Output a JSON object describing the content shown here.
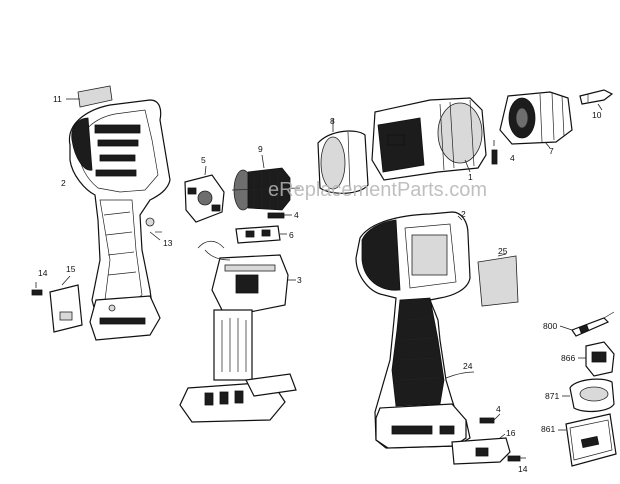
{
  "watermark": "eReplacementParts.com",
  "callouts": {
    "c1": "1",
    "c2a": "2",
    "c2b": "2",
    "c3": "3",
    "c4a": "4",
    "c4b": "4",
    "c4c": "4",
    "c5": "5",
    "c6": "6",
    "c7": "7",
    "c8": "8",
    "c9": "9",
    "c10": "10",
    "c11": "11",
    "c13": "13",
    "c14a": "14",
    "c14b": "14",
    "c15": "15",
    "c16": "16",
    "c24": "24",
    "c25": "25",
    "c800": "800",
    "c861": "861",
    "c866": "866",
    "c871": "871"
  }
}
